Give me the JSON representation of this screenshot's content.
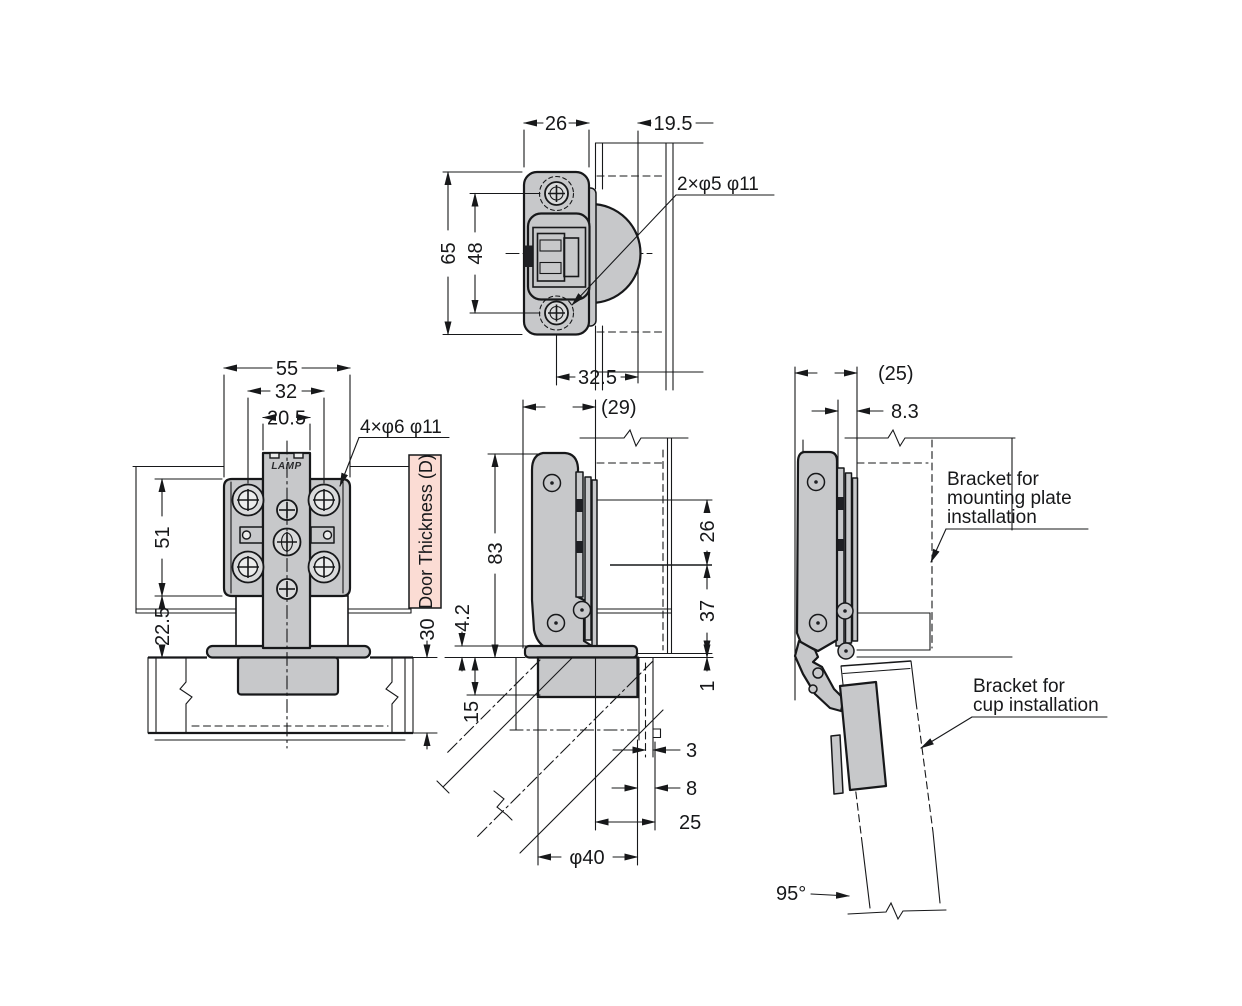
{
  "colors": {
    "metal": "#c7c8ca",
    "metal_light": "#d9dadb",
    "pink": "#fbdcd4",
    "line": "#17181a"
  },
  "views": {
    "plan": {
      "dim_26": "26",
      "dim_19_5": "19.5",
      "dim_65": "65",
      "dim_48": "48",
      "dim_32_5": "32.5",
      "hole_note": "2×φ5 φ11"
    },
    "front": {
      "dim_55": "55",
      "dim_32": "32",
      "dim_20_5": "20.5",
      "hole_note": "4×φ6 φ11",
      "dim_51": "51",
      "dim_22_5": "22.5",
      "logo": "LAMP",
      "door_thickness_label": "Door Thickness (D)",
      "dim_30": "30"
    },
    "side": {
      "dim_29": "(29)",
      "dim_83": "83",
      "dim_4_2": "4.2",
      "dim_15": "15",
      "dim_26": "26",
      "dim_37": "37",
      "dim_1": "1",
      "dim_3": "3",
      "dim_8": "8",
      "dim_25": "25",
      "dim_dia40": "φ40"
    },
    "open": {
      "dim_25": "(25)",
      "dim_8_3": "8.3",
      "angle": "95°",
      "bracket_plate": [
        "Bracket for",
        "mounting plate",
        "installation"
      ],
      "bracket_cup": [
        "Bracket for",
        "cup installation"
      ]
    }
  }
}
